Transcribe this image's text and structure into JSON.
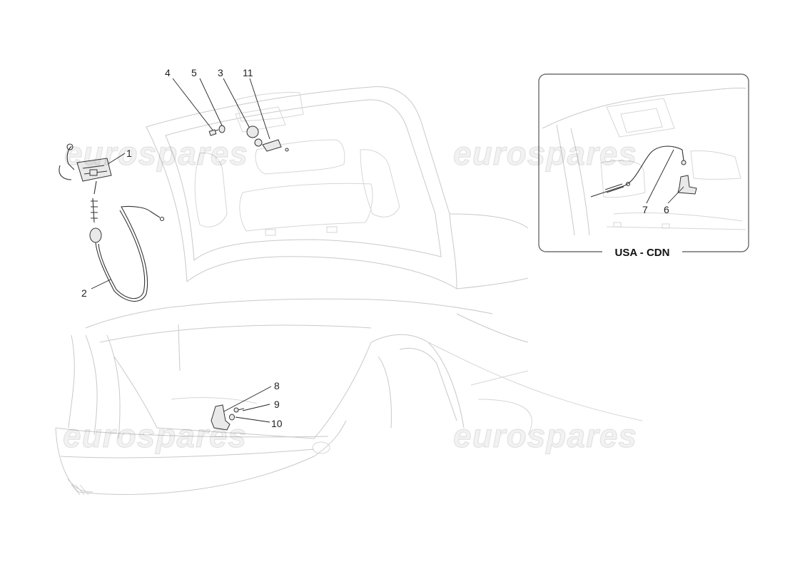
{
  "watermark": {
    "text": "eurospares"
  },
  "callouts": {
    "c1": "1",
    "c2": "2",
    "c3": "3",
    "c4": "4",
    "c5": "5",
    "c6": "6",
    "c7": "7",
    "c8": "8",
    "c9": "9",
    "c10": "10",
    "c11": "11"
  },
  "inset": {
    "label": "USA - CDN"
  }
}
